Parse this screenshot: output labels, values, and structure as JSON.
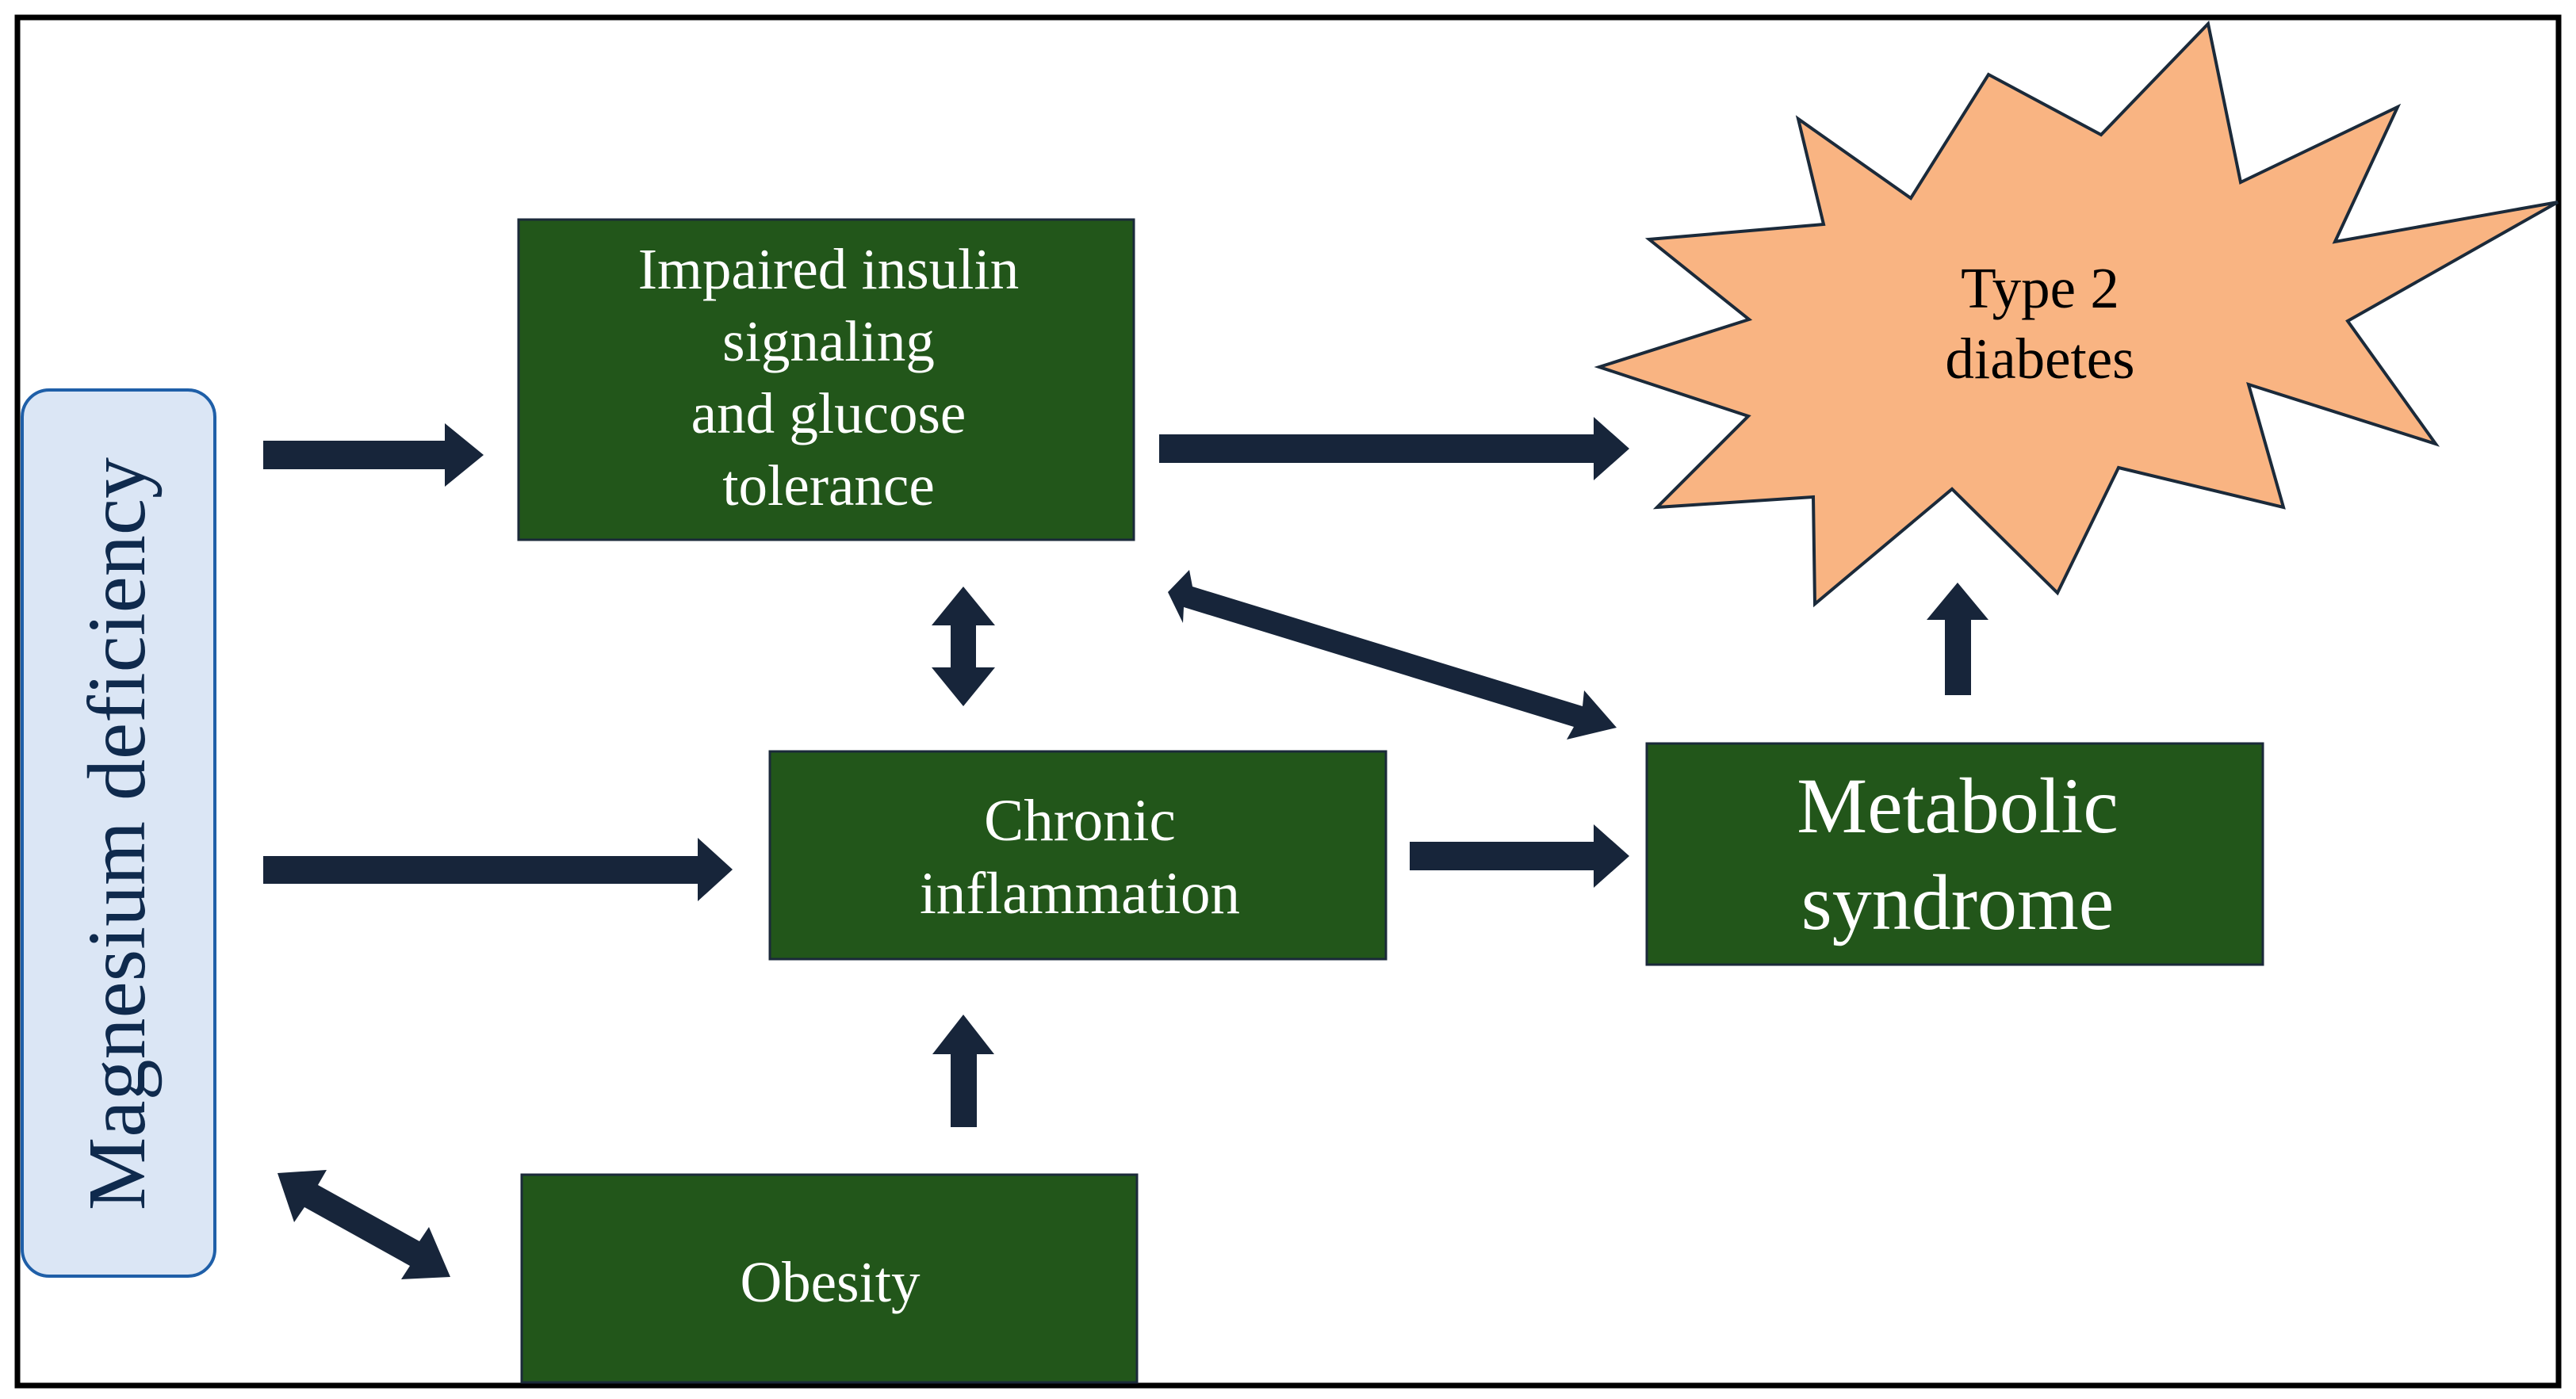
{
  "colors": {
    "frame": "#000000",
    "box_fill": "#22561a",
    "box_border": "#1b2a3a",
    "side_fill": "#dbe6f5",
    "side_border": "#1f5fa8",
    "side_text": "#0f2a4d",
    "burst_fill": "#f9b482",
    "burst_border": "#1b2a3a",
    "arrow": "#17253a"
  },
  "nodes": {
    "magnesium": {
      "label": "Magnesium deficiency"
    },
    "insulin": {
      "lines": [
        "Impaired insulin",
        "signaling",
        "and glucose",
        "tolerance"
      ]
    },
    "inflammation": {
      "lines": [
        "Chronic",
        "inflammation"
      ]
    },
    "obesity": {
      "label": "Obesity"
    },
    "metabolic": {
      "lines": [
        "Metabolic",
        "syndrome"
      ]
    },
    "diabetes": {
      "lines": [
        "Type 2",
        "diabetes"
      ]
    }
  }
}
